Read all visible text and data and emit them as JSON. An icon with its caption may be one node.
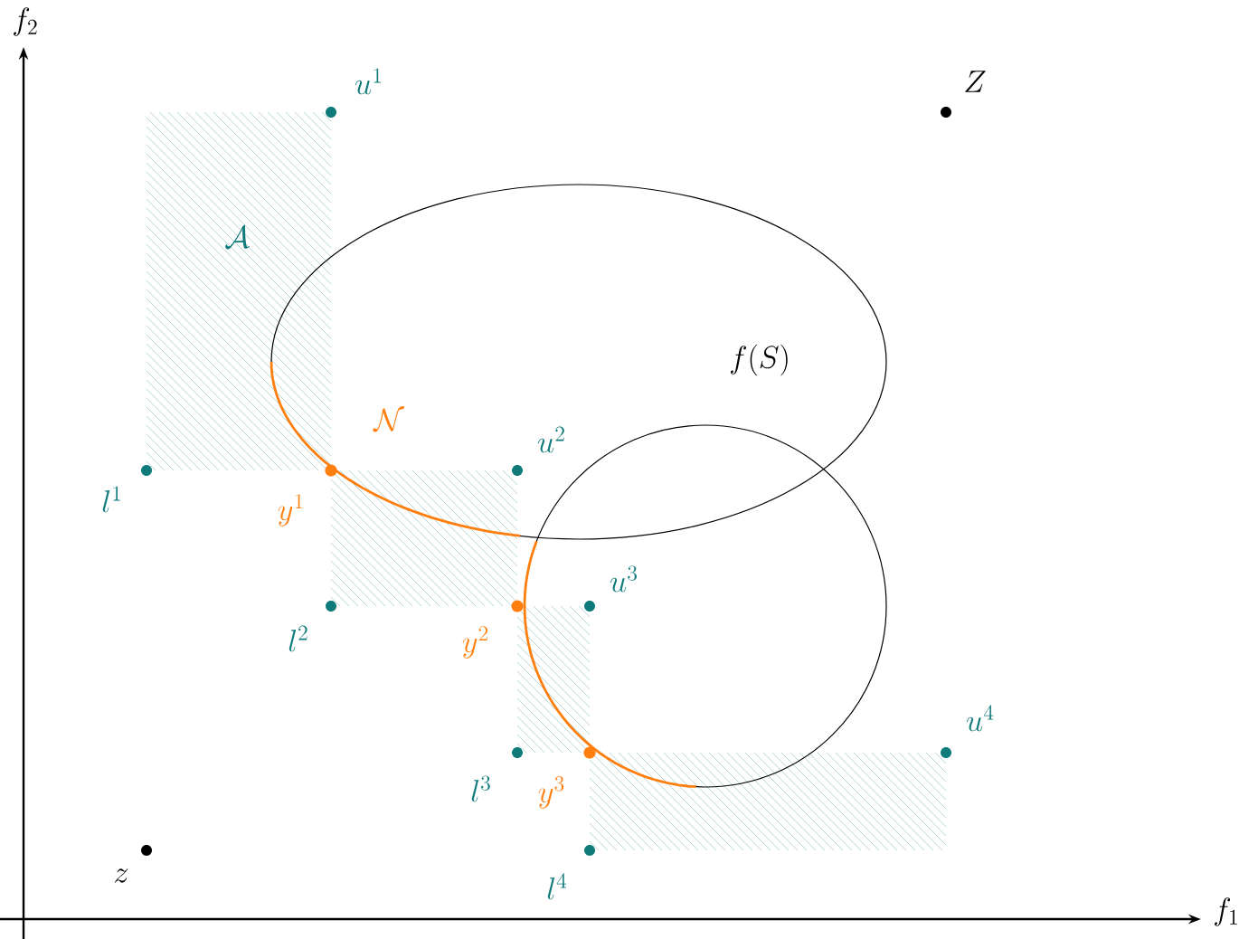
{
  "diagram": {
    "labels": [
      "f_2",
      "u^1",
      "Z",
      "\\mathcal{A}",
      "f(S)",
      "\\mathcal{N}",
      "u^2",
      "l^1",
      "y^1",
      "u^3",
      "l^2",
      "y^2",
      "u^4",
      "l^3",
      "y^3",
      "z",
      "l^4",
      "f_1"
    ]
  }
}
